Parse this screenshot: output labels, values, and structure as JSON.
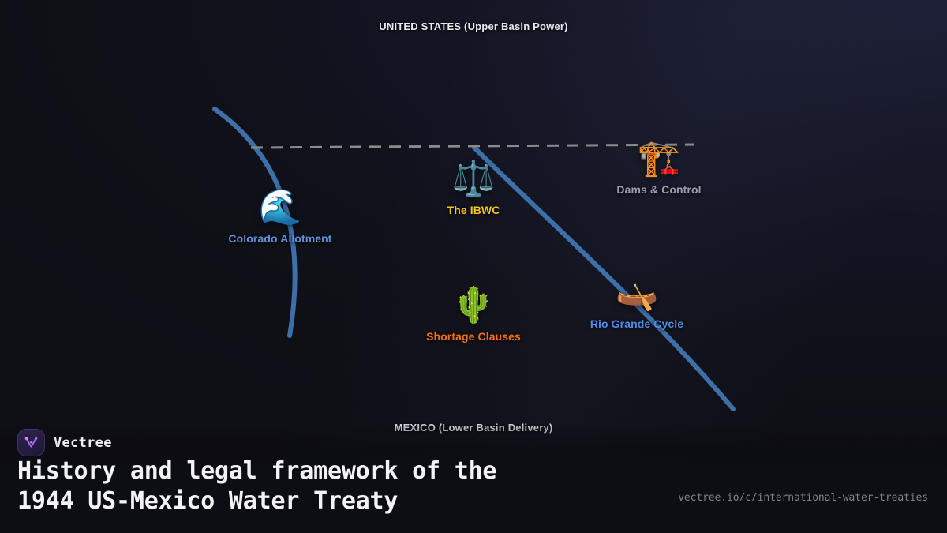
{
  "regions": {
    "top": "UNITED STATES (Upper Basin Power)",
    "bottom": "MEXICO (Lower Basin Delivery)"
  },
  "nodes": [
    {
      "id": "colorado-allotment",
      "label": "Colorado Allotment",
      "icon": "water-wave-icon",
      "emoji": "🌊",
      "color": "#5b92e0"
    },
    {
      "id": "the-ibwc",
      "label": "The IBWC",
      "icon": "balance-scale-icon",
      "emoji": "⚖️",
      "color": "#f5c518"
    },
    {
      "id": "dams-and-control",
      "label": "Dams & Control",
      "icon": "construction-crane-icon",
      "emoji": "🏗️",
      "color": "#9aa0ad"
    },
    {
      "id": "shortage-clauses",
      "label": "Shortage Clauses",
      "icon": "cactus-icon",
      "emoji": "🌵",
      "color": "#f2700f"
    },
    {
      "id": "rio-grande-cycle",
      "label": "Rio Grande Cycle",
      "icon": "canoe-icon",
      "emoji": "🛶",
      "color": "#4d8fe8"
    }
  ],
  "connectors": {
    "border_line_color": "#8a8a8a",
    "river_line_color": "#3d6fa8"
  },
  "footer": {
    "brand_name": "Vectree",
    "logo_icon": "vectree-logo-icon",
    "headline": "History and legal framework of the\n1944 US-Mexico Water Treaty",
    "url": "vectree.io/c/international-water-treaties"
  },
  "theme": {
    "background_dark": "#101018",
    "background_accent": "#1e2038"
  }
}
